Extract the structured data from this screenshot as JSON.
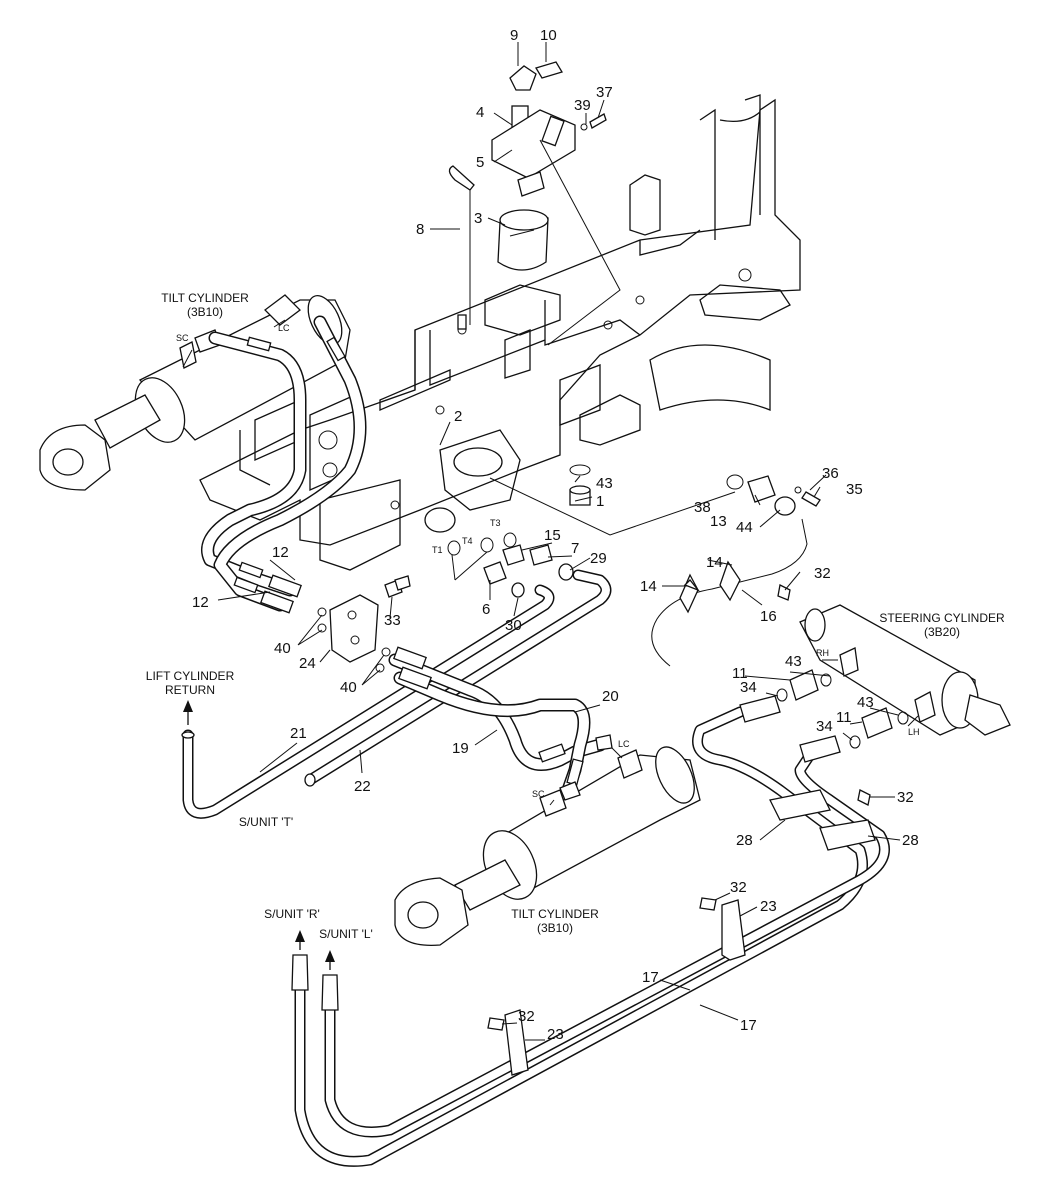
{
  "diagram": {
    "part_numbers": [
      "9",
      "10",
      "4",
      "39",
      "37",
      "5",
      "8",
      "3",
      "2",
      "43",
      "1",
      "38",
      "13",
      "36",
      "35",
      "44",
      "15",
      "7",
      "29",
      "6",
      "30",
      "14",
      "14",
      "16",
      "32",
      "12",
      "12",
      "33",
      "40",
      "24",
      "40",
      "11",
      "43",
      "34",
      "11",
      "43",
      "34",
      "21",
      "22",
      "20",
      "19",
      "32",
      "28",
      "28",
      "32",
      "23",
      "17",
      "17",
      "32",
      "23",
      "T1",
      "T4",
      "T3",
      "RH",
      "LH",
      "LC",
      "SC",
      "LC",
      "SC"
    ],
    "labels": {
      "tilt_cylinder_top": "TILT CYLINDER",
      "tilt_cylinder_top_ref": "(3B10)",
      "steering_cylinder": "STEERING CYLINDER",
      "steering_cylinder_ref": "(3B20)",
      "lift_cylinder_return_1": "LIFT CYLINDER",
      "lift_cylinder_return_2": "RETURN",
      "sunit_t": "S/UNIT 'T'",
      "tilt_cylinder_bottom": "TILT CYLINDER",
      "tilt_cylinder_bottom_ref": "(3B10)",
      "sunit_r": "S/UNIT 'R'",
      "sunit_l": "S/UNIT 'L'"
    }
  }
}
